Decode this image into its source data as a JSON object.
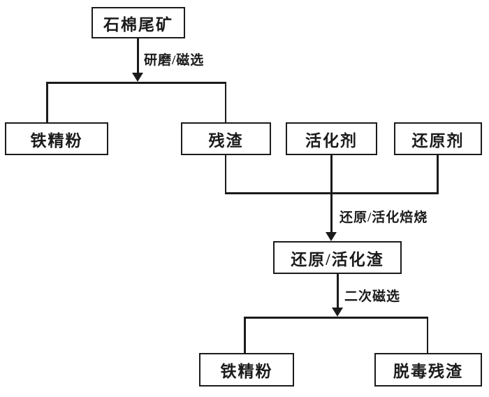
{
  "diagram": {
    "type": "flowchart",
    "line_color": "#1b1b1b",
    "background_color": "#ffffff",
    "nodes": {
      "asbestos_tailings": "石棉尾矿",
      "iron_concentrate_top": "铁精粉",
      "residue": "残渣",
      "activator": "活化剂",
      "reducing_agent": "还原剂",
      "reduction_activation_slag": "还原/活化渣",
      "iron_concentrate_bottom": "铁精粉",
      "detoxified_residue": "脱毒残渣"
    },
    "edge_labels": {
      "grinding_magnetic_separation": "研磨/磁选",
      "reduction_activation_roasting": "还原/活化焙烧",
      "secondary_magnetic_separation": "二次磁选"
    }
  }
}
